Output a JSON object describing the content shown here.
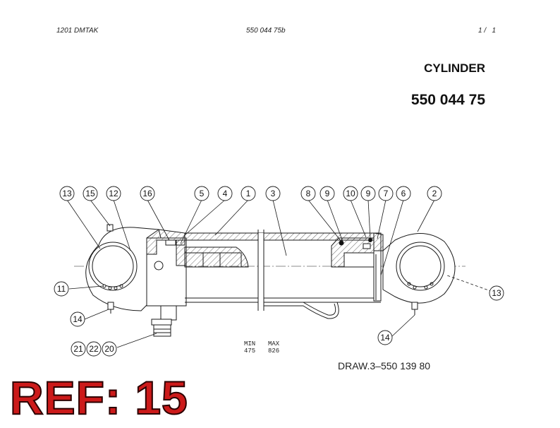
{
  "header": {
    "left": "1201 DMTAK",
    "center": "550 044 75b",
    "page": "1 /   1"
  },
  "title": {
    "name": "CYLINDER",
    "number": "550 044 75"
  },
  "callouts": [
    "13",
    "15",
    "12",
    "16",
    "5",
    "4",
    "1",
    "3",
    "8",
    "9",
    "10",
    "9",
    "7",
    "6",
    "2",
    "11",
    "14",
    "13",
    "14",
    "21",
    "22",
    "20"
  ],
  "stroke": {
    "min_label": "MIN",
    "max_label": "MAX",
    "min_value": "475",
    "max_value": "826"
  },
  "drawing_ref": "DRAW.3–550 139 80",
  "ref_label": "REF: 15",
  "colors": {
    "line": "#1a1a1a",
    "ref_fill": "#cc1a1a"
  }
}
